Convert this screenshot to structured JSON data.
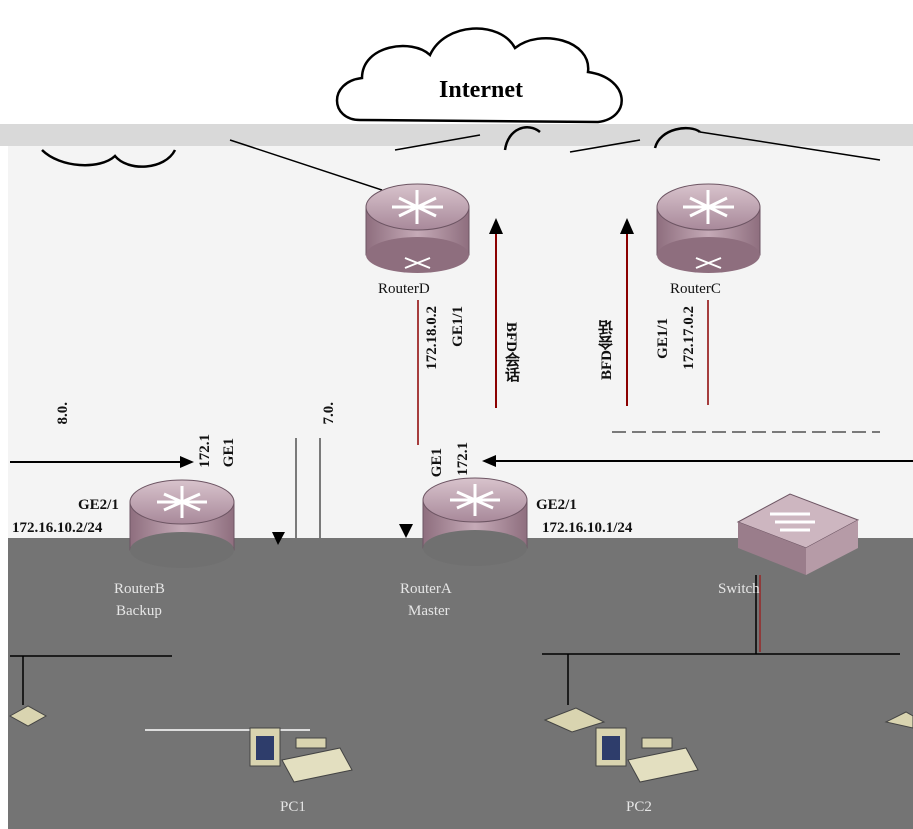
{
  "cloud": {
    "label": "Internet"
  },
  "devices": {
    "router_d": {
      "name": "RouterD"
    },
    "router_c": {
      "name": "RouterC"
    },
    "router_a": {
      "name": "RouterA",
      "role": "Master"
    },
    "router_b": {
      "name": "RouterB",
      "role": "Backup"
    },
    "switch": {
      "name": "Switch"
    },
    "pc1": {
      "name": "PC1"
    },
    "pc2": {
      "name": "PC2"
    }
  },
  "links": {
    "router_d_uplink": {
      "interface": "GE1/1",
      "ip": "172.18.0.2"
    },
    "router_c_uplink": {
      "interface": "GE1/1",
      "ip": "172.17.0.2"
    },
    "bfd_left": {
      "label": "BFD会话"
    },
    "bfd_right": {
      "label": "BFD会话"
    },
    "router_a_up": {
      "interface": "GE1",
      "ip": "172.1"
    },
    "router_b_up": {
      "interface": "GE1",
      "ip": "172.1"
    },
    "router_a_down": {
      "interface": "GE2/1",
      "ip": "172.16.10.1/24"
    },
    "router_b_down": {
      "interface": "GE2/1",
      "ip": "172.16.10.2/24"
    },
    "left_fragment": {
      "text": "8.0."
    },
    "mid_fragment": {
      "text": "7.0."
    }
  },
  "colors": {
    "arrow": "#8b0000",
    "link": "#000000",
    "router_body": "#b79ca8",
    "router_top": "#c9aeb9",
    "background_bottom": "#747474"
  }
}
